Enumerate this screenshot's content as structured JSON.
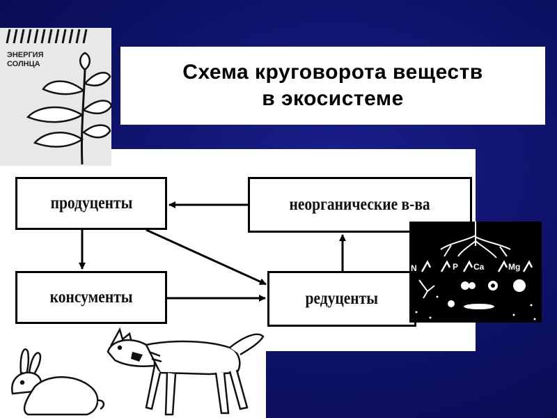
{
  "title": {
    "line1": "Схема круговорота веществ",
    "line2": "в экосистеме"
  },
  "nodes": {
    "producers": "продуценты",
    "consumers": "консументы",
    "inorganic": "неорганические в-ва",
    "decomposers": "редуценты"
  },
  "illustrations": {
    "sun_label_line1": "ЭНЕРГИЯ",
    "sun_label_line2": "СОЛНЦА",
    "minerals": [
      "N",
      "P",
      "Ca",
      "Mg"
    ]
  },
  "colors": {
    "background": "#0d1166",
    "panel": "#ffffff",
    "text": "#000000"
  }
}
